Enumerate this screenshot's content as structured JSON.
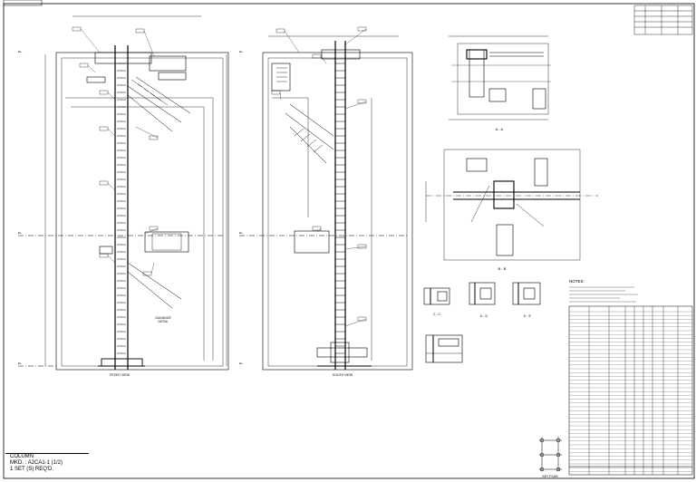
{
  "views": {
    "front": "FRONT VIEW",
    "south": "SOUTH VIEW",
    "section_a": "A - A",
    "section_b": "B - B",
    "section_c": "C - C",
    "section_d": "D - D",
    "section_e": "E - E"
  },
  "elevations": {
    "top": "EL.",
    "middle": "EL.",
    "bottom": "EL."
  },
  "notes": {
    "heading": "NOTES:"
  },
  "note_annotation": "GALVANIZE\nDETAIL",
  "key_plan": "KEY PLAN",
  "title_block": {
    "name": "COLUMN",
    "mark": "MKD. : A2CA1-1 (1/2)",
    "qty": "1 SET (S) REQ'D."
  },
  "colors": {
    "line": "#000000",
    "paper": "#ffffff"
  }
}
